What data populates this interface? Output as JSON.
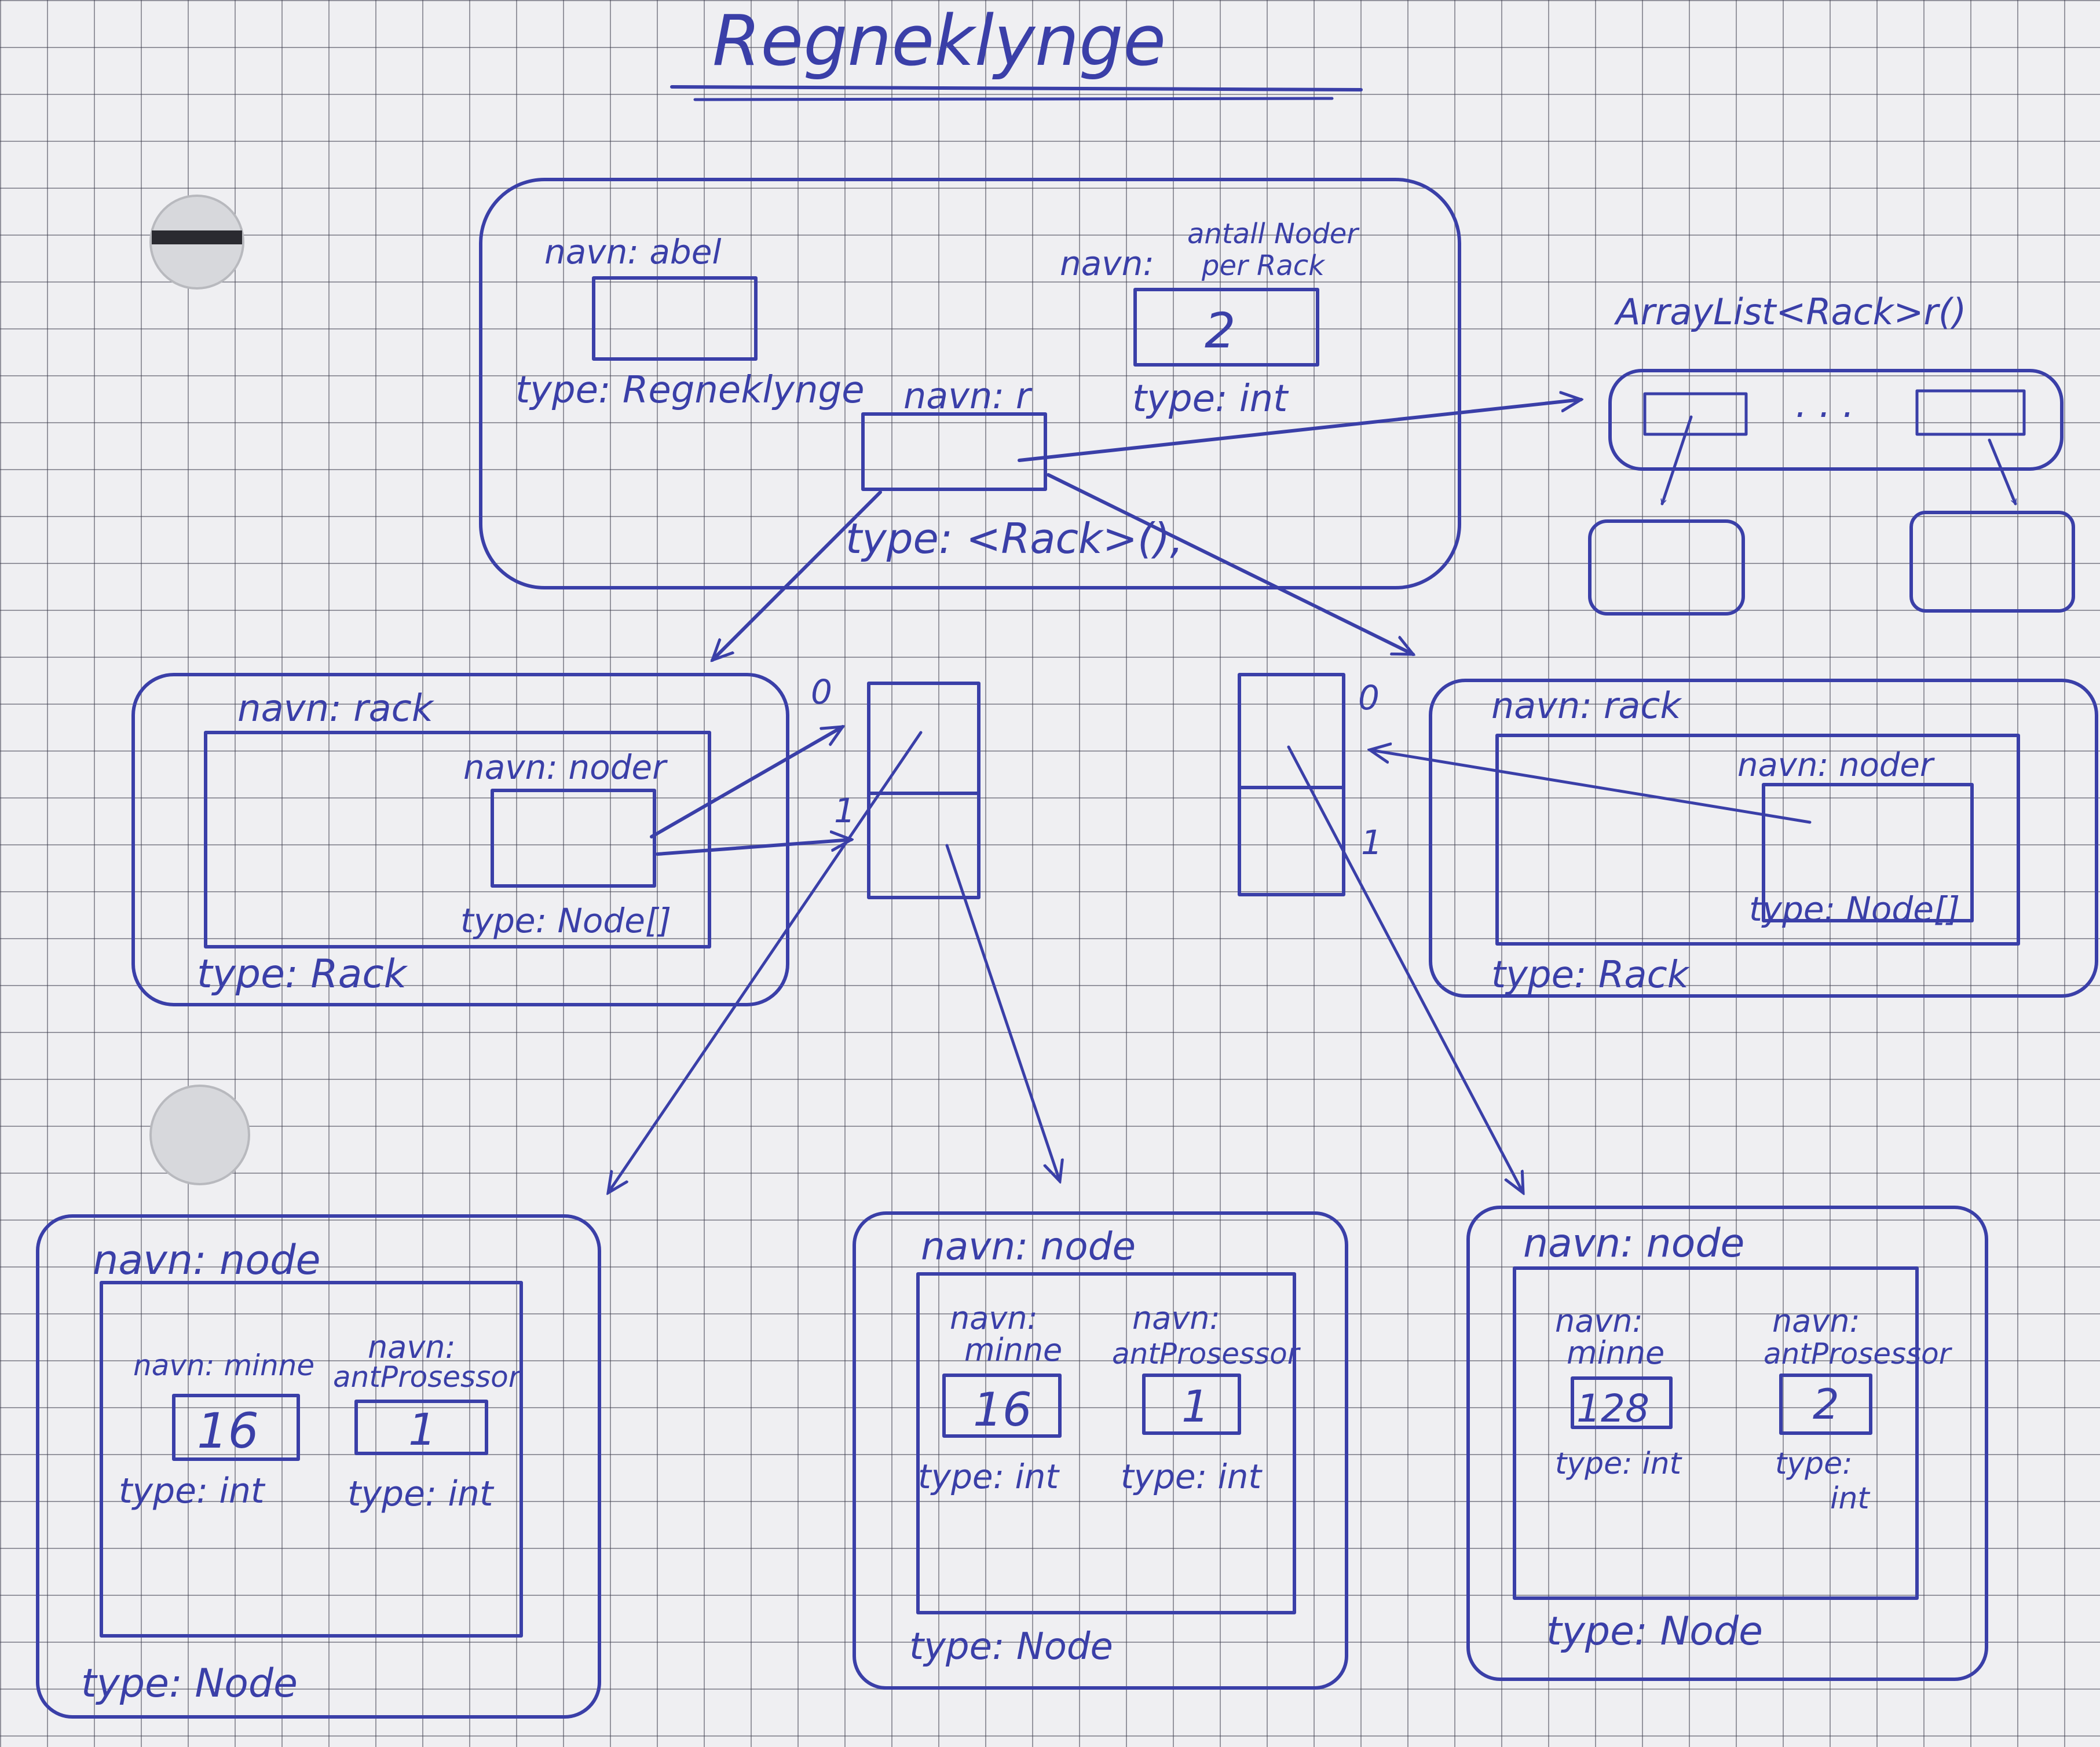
{
  "title": "Regneklynge",
  "cluster": {
    "field_abel": {
      "name_label": "navn: abel",
      "type_label": "type: Regneklynge"
    },
    "field_antall": {
      "name_label_1": "antall Noder",
      "name_prefix": "navn:",
      "name_label_2": "per Rack",
      "value": "2",
      "type_label": "type: int"
    },
    "field_r": {
      "name_label": "navn: r",
      "type_label": "type: <Rack>(),"
    }
  },
  "arraylist": {
    "label": "ArrayList<Rack>r()",
    "dots": ". . ."
  },
  "rack_left": {
    "name_label": "navn: rack",
    "inner_name": "navn: noder",
    "inner_type": "type: Node[]",
    "type_label": "type: Rack"
  },
  "rack_right": {
    "name_label": "navn: rack",
    "inner_name": "navn: noder",
    "inner_type": "type: Node[]",
    "type_label": "type: Rack"
  },
  "array_left": {
    "index_0": "0",
    "index_1": "1"
  },
  "array_right": {
    "index_0": "0",
    "index_1": "1"
  },
  "node_1": {
    "name_label": "navn: node",
    "minne_name": "navn: minne",
    "minne_value": "16",
    "minne_type": "type: int",
    "prosessor_name_1": "navn:",
    "prosessor_name_2": "antProsessor",
    "prosessor_value": "1",
    "prosessor_type": "type: int",
    "type_label": "type: Node"
  },
  "node_2": {
    "name_label": "navn: node",
    "minne_name_1": "navn:",
    "minne_name_2": "minne",
    "minne_value": "16",
    "minne_type": "type: int",
    "prosessor_name_1": "navn:",
    "prosessor_name_2": "antProsessor",
    "prosessor_value": "1",
    "prosessor_type": "type: int",
    "type_label": "type: Node"
  },
  "node_3": {
    "name_label": "navn: node",
    "minne_name_1": "navn:",
    "minne_name_2": "minne",
    "minne_value": "128",
    "minne_type": "type: int",
    "prosessor_name_1": "navn:",
    "prosessor_name_2": "antProsessor",
    "prosessor_value": "2",
    "prosessor_type_1": "type:",
    "prosessor_type_2": "int",
    "type_label": "type: Node"
  }
}
